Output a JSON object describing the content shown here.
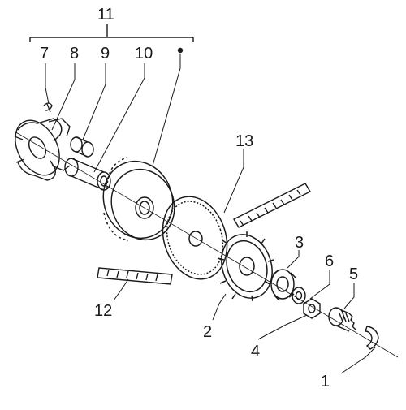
{
  "diagram": {
    "labels": {
      "n1": "1",
      "n2": "2",
      "n3": "3",
      "n4": "4",
      "n5": "5",
      "n6": "6",
      "n7": "7",
      "n8": "8",
      "n9": "9",
      "n10": "10",
      "n11": "11",
      "n12": "12",
      "n13": "13"
    }
  }
}
